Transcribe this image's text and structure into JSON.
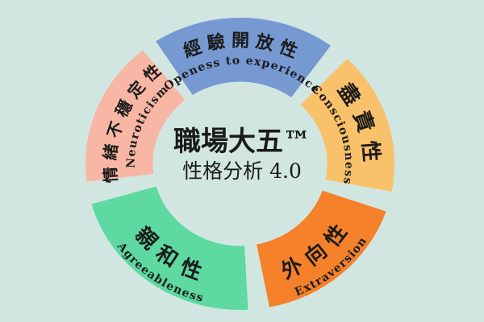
{
  "background_color": "#d2e6e1",
  "text_color": "#1a1a1a",
  "center": {
    "title": "職場大五™",
    "subtitle": "性格分析 4.0"
  },
  "segments": [
    {
      "id": "openness",
      "zh": "經驗開放性",
      "en": "Openess to experience",
      "color": "#7699d2",
      "start": -123,
      "end": -54,
      "flip": false
    },
    {
      "id": "conscientiousness",
      "zh": "盡責性",
      "en": "Consciousness",
      "color": "#f9c169",
      "start": -46,
      "end": 11,
      "flip": false
    },
    {
      "id": "extraversion",
      "zh": "外向性",
      "en": "Extraversion",
      "color": "#f5812a",
      "start": 19,
      "end": 79,
      "flip": true
    },
    {
      "id": "agreeableness",
      "zh": "親和性",
      "en": "Agreeableness",
      "color": "#5dd9a1",
      "start": 87,
      "end": 164,
      "flip": true
    },
    {
      "id": "neuroticism",
      "zh": "情緒不穩定性",
      "en": "Neuroticism",
      "color": "#f8b6a4",
      "start": 173,
      "end": 231,
      "flip": false
    }
  ]
}
